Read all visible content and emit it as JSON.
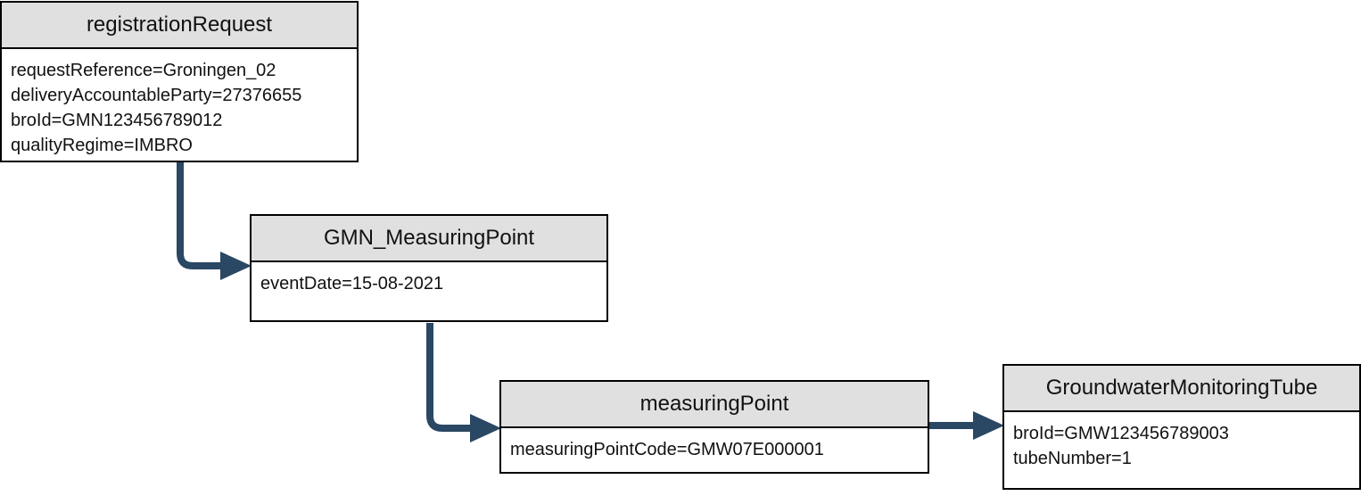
{
  "nodes": {
    "registration_request": {
      "title": "registrationRequest",
      "attributes": [
        "requestReference=Groningen_02",
        "deliveryAccountableParty=27376655",
        "broId=GMN123456789012",
        "qualityRegime=IMBRO"
      ]
    },
    "gmn_measuring_point": {
      "title": "GMN_MeasuringPoint",
      "attributes": [
        "eventDate=15-08-2021"
      ]
    },
    "measuring_point": {
      "title": "measuringPoint",
      "attributes": [
        "measuringPointCode=GMW07E000001"
      ]
    },
    "groundwater_monitoring_tube": {
      "title": "GroundwaterMonitoringTube",
      "attributes": [
        "broId=GMW123456789003",
        "tubeNumber=1"
      ]
    }
  },
  "colors": {
    "connector": "#2a4763",
    "header_fill": "#e0e0e0"
  }
}
